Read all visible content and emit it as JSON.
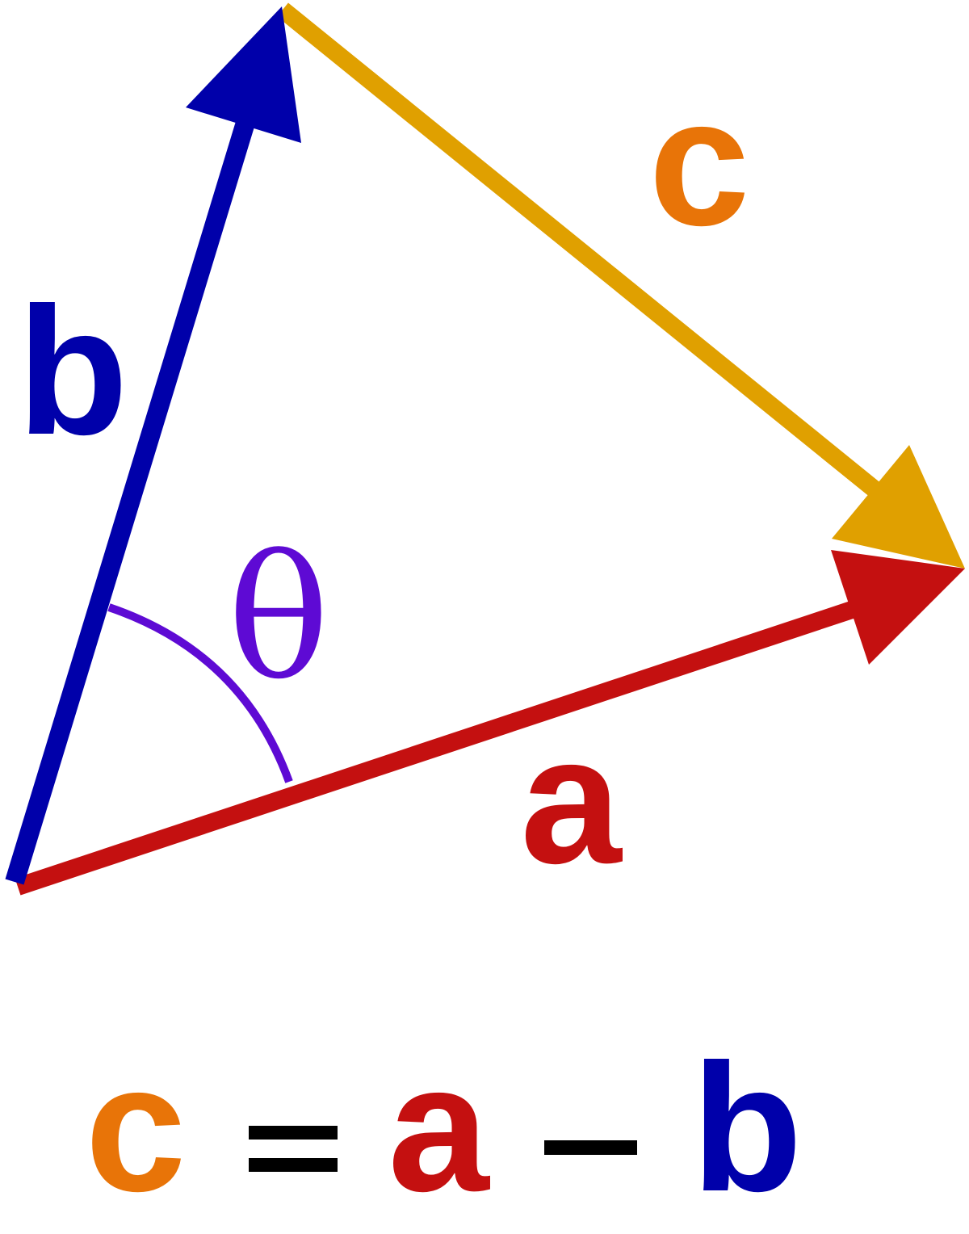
{
  "colors": {
    "a": "#C41010",
    "b": "#0000AA",
    "c_vector": "#E0A000",
    "c_label": "#E87408",
    "theta": "#5E0AD4",
    "equals": "#000000"
  },
  "vectors": {
    "a_label": "a",
    "b_label": "b",
    "c_label": "c"
  },
  "angle": {
    "label": "θ"
  },
  "equation": {
    "lhs": "c",
    "equals": "=",
    "term1": "a",
    "minus": "−",
    "term2": "b"
  }
}
